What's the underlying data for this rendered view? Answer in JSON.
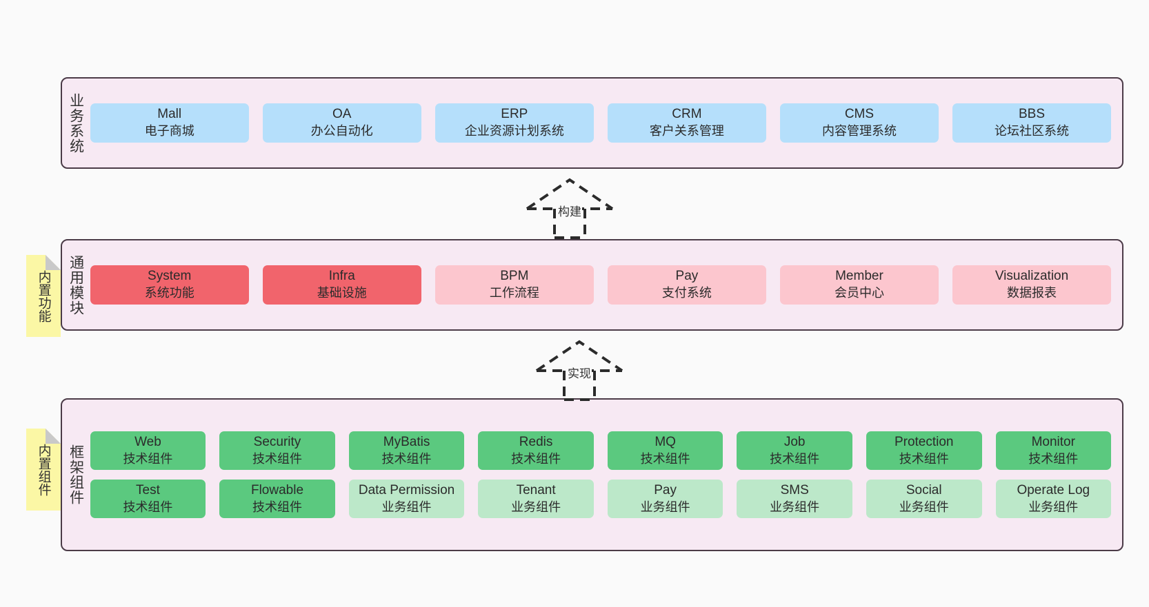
{
  "diagram": {
    "background_color": "#fafafa",
    "layer_fill": "#f7e9f3",
    "layer_border": "#4b3b47",
    "note_color": "#fbf7a5"
  },
  "layers": [
    {
      "id": "business-system",
      "caption": "业务系统",
      "rows": [
        {
          "cards": [
            {
              "title": "Mall",
              "sub": "电子商城",
              "color": "#b5dffb",
              "variant": "c-blue"
            },
            {
              "title": "OA",
              "sub": "办公自动化",
              "color": "#b5dffb",
              "variant": "c-blue"
            },
            {
              "title": "ERP",
              "sub": "企业资源计划系统",
              "color": "#b5dffb",
              "variant": "c-blue"
            },
            {
              "title": "CRM",
              "sub": "客户关系管理",
              "color": "#b5dffb",
              "variant": "c-blue"
            },
            {
              "title": "CMS",
              "sub": "内容管理系统",
              "color": "#b5dffb",
              "variant": "c-blue"
            },
            {
              "title": "BBS",
              "sub": "论坛社区系统",
              "color": "#b5dffb",
              "variant": "c-blue"
            }
          ]
        }
      ]
    },
    {
      "id": "common-module",
      "caption": "通用模块",
      "note": "内置功能",
      "rows": [
        {
          "cards": [
            {
              "title": "System",
              "sub": "系统功能",
              "color": "#f1646c",
              "variant": "c-red"
            },
            {
              "title": "Infra",
              "sub": "基础设施",
              "color": "#f1646c",
              "variant": "c-red"
            },
            {
              "title": "BPM",
              "sub": "工作流程",
              "color": "#fcc6ce",
              "variant": "c-pink"
            },
            {
              "title": "Pay",
              "sub": "支付系统",
              "color": "#fcc6ce",
              "variant": "c-pink"
            },
            {
              "title": "Member",
              "sub": "会员中心",
              "color": "#fcc6ce",
              "variant": "c-pink"
            },
            {
              "title": "Visualization",
              "sub": "数据报表",
              "color": "#fcc6ce",
              "variant": "c-pink"
            }
          ]
        }
      ]
    },
    {
      "id": "framework-component",
      "caption": "框架组件",
      "note": "内置组件",
      "rows": [
        {
          "cards": [
            {
              "title": "Web",
              "sub": "技术组件",
              "color": "#5bc97f",
              "variant": "c-green-dark"
            },
            {
              "title": "Security",
              "sub": "技术组件",
              "color": "#5bc97f",
              "variant": "c-green-dark"
            },
            {
              "title": "MyBatis",
              "sub": "技术组件",
              "color": "#5bc97f",
              "variant": "c-green-dark"
            },
            {
              "title": "Redis",
              "sub": "技术组件",
              "color": "#5bc97f",
              "variant": "c-green-dark"
            },
            {
              "title": "MQ",
              "sub": "技术组件",
              "color": "#5bc97f",
              "variant": "c-green-dark"
            },
            {
              "title": "Job",
              "sub": "技术组件",
              "color": "#5bc97f",
              "variant": "c-green-dark"
            },
            {
              "title": "Protection",
              "sub": "技术组件",
              "color": "#5bc97f",
              "variant": "c-green-dark"
            },
            {
              "title": "Monitor",
              "sub": "技术组件",
              "color": "#5bc97f",
              "variant": "c-green-dark"
            }
          ]
        },
        {
          "cards": [
            {
              "title": "Test",
              "sub": "技术组件",
              "color": "#5bc97f",
              "variant": "c-green-dark"
            },
            {
              "title": "Flowable",
              "sub": "技术组件",
              "color": "#5bc97f",
              "variant": "c-green-dark"
            },
            {
              "title": "Data Permission",
              "sub": "业务组件",
              "color": "#bce8c9",
              "variant": "c-green-light"
            },
            {
              "title": "Tenant",
              "sub": "业务组件",
              "color": "#bce8c9",
              "variant": "c-green-light"
            },
            {
              "title": "Pay",
              "sub": "业务组件",
              "color": "#bce8c9",
              "variant": "c-green-light"
            },
            {
              "title": "SMS",
              "sub": "业务组件",
              "color": "#bce8c9",
              "variant": "c-green-light"
            },
            {
              "title": "Social",
              "sub": "业务组件",
              "color": "#bce8c9",
              "variant": "c-green-light"
            },
            {
              "title": "Operate Log",
              "sub": "业务组件",
              "color": "#bce8c9",
              "variant": "c-green-light"
            }
          ]
        }
      ]
    }
  ],
  "connectors": [
    {
      "id": "build",
      "label": "构建",
      "style": "dashed-generalization"
    },
    {
      "id": "implement",
      "label": "实现",
      "style": "dashed-generalization"
    }
  ]
}
